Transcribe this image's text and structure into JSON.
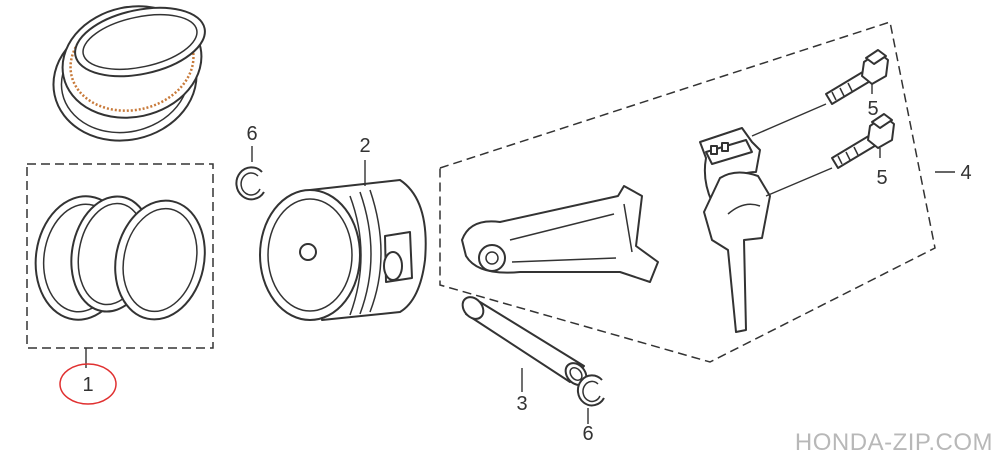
{
  "callouts": {
    "piston_ring_set": "1",
    "piston": "2",
    "piston_pin": "3",
    "connecting_rod_set": "4",
    "rod_bolt_upper": "5",
    "rod_bolt_lower": "5",
    "pin_clip_upper": "6",
    "pin_clip_lower": "6"
  },
  "watermark": "HONDA-ZIP.COM",
  "colors": {
    "line": "#333333",
    "highlight_circle": "#e03030",
    "ring_accent": "#c87a3a",
    "watermark": "#b8b8b8"
  },
  "icons": {
    "ring_set_top": "piston-ring-stack-icon",
    "ring_set_boxed": "piston-rings-icon",
    "piston": "piston-icon",
    "pin": "piston-pin-icon",
    "clip": "circlip-icon",
    "rod": "connecting-rod-icon",
    "cap": "rod-cap-icon",
    "bolt": "bolt-icon"
  },
  "highlighted_callout": "1"
}
